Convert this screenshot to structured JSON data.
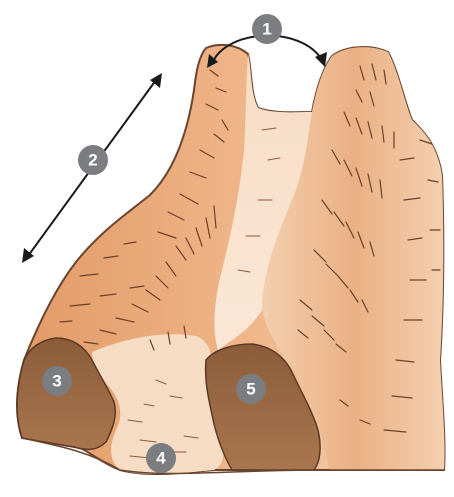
{
  "markers": [
    {
      "id": "1",
      "label": "1"
    },
    {
      "id": "2",
      "label": "2"
    },
    {
      "id": "3",
      "label": "3"
    },
    {
      "id": "4",
      "label": "4"
    },
    {
      "id": "5",
      "label": "5"
    }
  ],
  "colors": {
    "badge": "#7b7d80",
    "rock_light": "#f4d2b4",
    "rock_mid": "#e8a877",
    "rock_dark": "#b27a52",
    "cave": "#9a6a45",
    "outline": "#5a3a26",
    "arrow": "#1a1a1a"
  }
}
